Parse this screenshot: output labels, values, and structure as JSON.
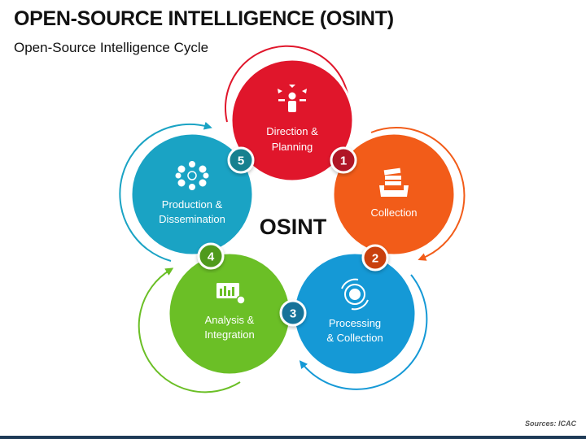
{
  "title": "OPEN-SOURCE INTELLIGENCE (OSINT)",
  "subtitle": "Open-Source Intelligence Cycle",
  "center_label": "OSINT",
  "steps": [
    {
      "number": "5",
      "line1": "Production &",
      "line2": "Dissemination",
      "icon": "people-network-icon",
      "color": "#1aa3c4",
      "badge_color": "#12808f"
    },
    {
      "number": "1",
      "line1": "Direction &",
      "line2": "Planning",
      "icon": "person-directions-icon",
      "color": "#e0162b",
      "badge_color": "#b01226"
    },
    {
      "number": "2",
      "line1": "Collection",
      "line2": "",
      "icon": "documents-tray-icon",
      "color": "#f25c19",
      "badge_color": "#c9400c"
    },
    {
      "number": "3",
      "line1": "Processing",
      "line2": "& Collection",
      "icon": "gear-cycle-icon",
      "color": "#1599d6",
      "badge_color": "#137399"
    },
    {
      "number": "4",
      "line1": "Analysis &",
      "line2": "Integration",
      "icon": "analytics-screen-icon",
      "color": "#6bbf26",
      "badge_color": "#4f9a1d"
    }
  ],
  "source_note": "Sources: ICAC"
}
